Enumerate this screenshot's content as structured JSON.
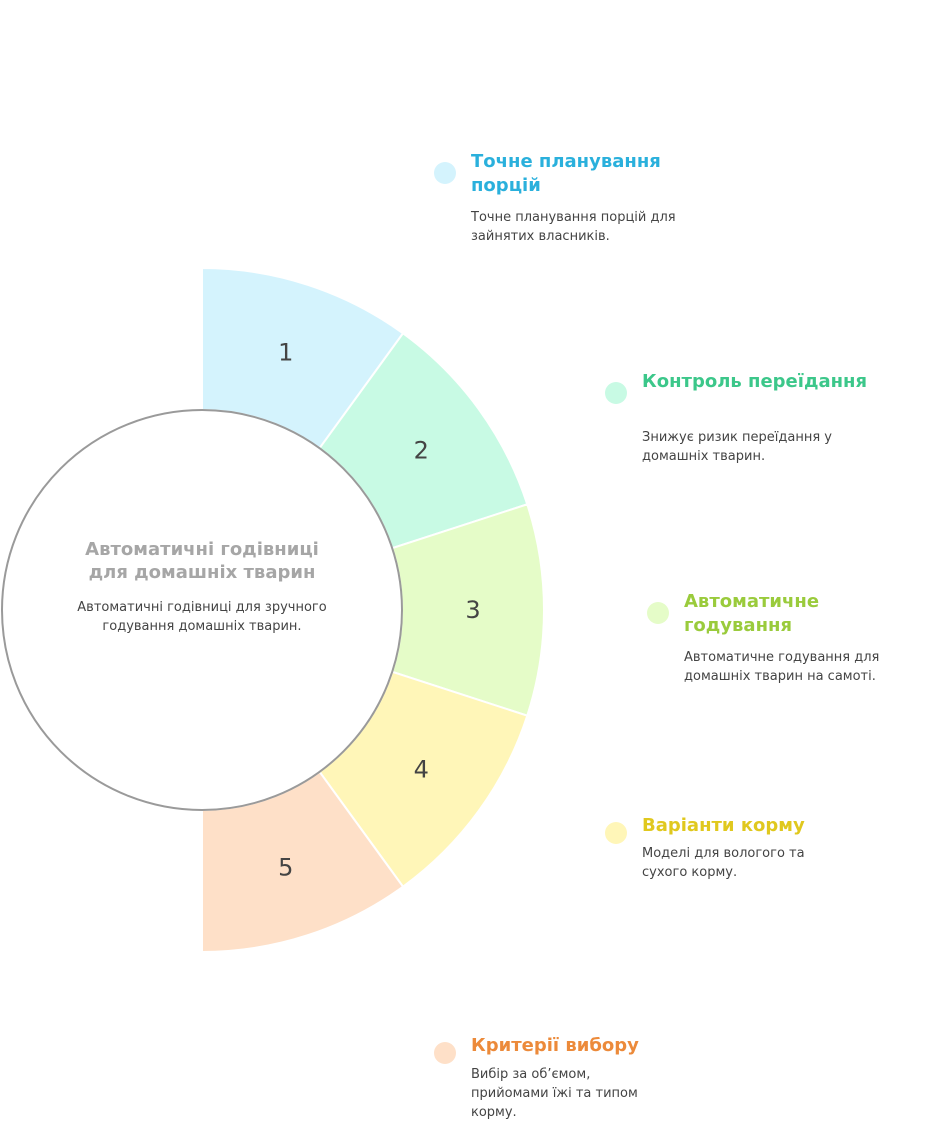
{
  "center": {
    "title": "Автоматичні годівниці для домашніх тварин",
    "description": "Автоматичні годівниці для зручного годування домашніх тварин."
  },
  "segments": [
    {
      "number": "1",
      "color": "#d4f3fd"
    },
    {
      "number": "2",
      "color": "#c8fae4"
    },
    {
      "number": "3",
      "color": "#e5fcc8"
    },
    {
      "number": "4",
      "color": "#fff6b8"
    },
    {
      "number": "5",
      "color": "#fee0c8"
    }
  ],
  "items": [
    {
      "title": "Точне планування порцій",
      "description": "Точне планування порцій для зайнятих власників.",
      "accent": "#2ab0dc",
      "dot": "#d4f3fd"
    },
    {
      "title": "Контроль переїдання",
      "description": "Знижує ризик переїдання у домашніх тварин.",
      "accent": "#3cc78a",
      "dot": "#c8fae4"
    },
    {
      "title": "Автоматичне годування",
      "description": "Автоматичне годування для домашніх тварин на самоті.",
      "accent": "#9acb3c",
      "dot": "#e5fcc8"
    },
    {
      "title": "Варіанти корму",
      "description": "Моделі для вологого та сухого корму.",
      "accent": "#e0c81e",
      "dot": "#fff6b8"
    },
    {
      "title": "Критерії вибору",
      "description": "Вибір за об’ємом, прийомами їжі та типом корму.",
      "accent": "#ec8a3a",
      "dot": "#fee0c8"
    }
  ]
}
